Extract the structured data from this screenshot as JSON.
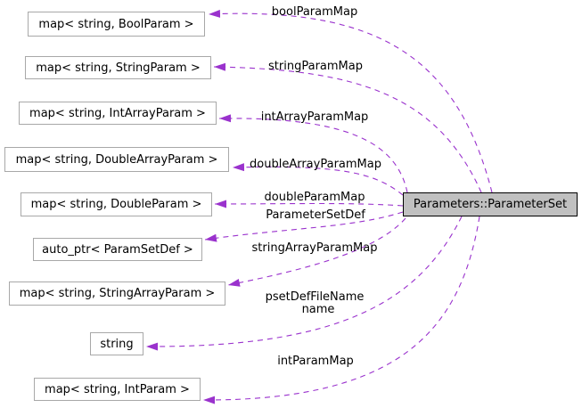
{
  "diagram": {
    "kind": "collaboration-graph",
    "main_node": {
      "label": "Parameters::ParameterSet"
    },
    "nodes": [
      {
        "label": "map< string, BoolParam >"
      },
      {
        "label": "map< string, StringParam >"
      },
      {
        "label": "map< string, IntArrayParam >"
      },
      {
        "label": "map< string, DoubleArrayParam >"
      },
      {
        "label": "map< string, DoubleParam >"
      },
      {
        "label": "auto_ptr< ParamSetDef >"
      },
      {
        "label": "map< string, StringArrayParam >"
      },
      {
        "label": "string"
      },
      {
        "label": "map< string, IntParam >"
      }
    ],
    "edge_labels": [
      {
        "text": "boolParamMap"
      },
      {
        "text": "stringParamMap"
      },
      {
        "text": "intArrayParamMap"
      },
      {
        "text": "doubleArrayParamMap"
      },
      {
        "text": "doubleParamMap"
      },
      {
        "text": "ParameterSetDef"
      },
      {
        "text": "stringArrayParamMap"
      },
      {
        "text": "psetDefFileName"
      },
      {
        "text": "name"
      },
      {
        "text": "intParamMap"
      }
    ],
    "colors": {
      "edge": "#9a32cd",
      "node_fill": "#ffffff",
      "node_border": "#a8a8a8",
      "main_node_fill": "#c0c0c0",
      "main_node_border": "#000000",
      "text": "#000000",
      "background": "#ffffff"
    }
  }
}
